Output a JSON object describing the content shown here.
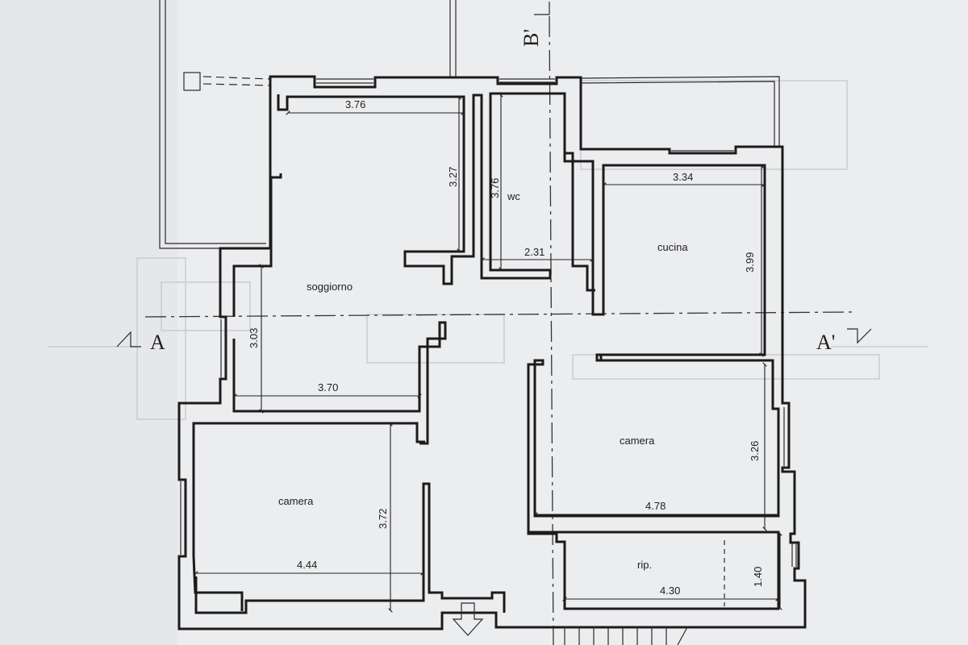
{
  "plan": {
    "section_labels": {
      "a_left": "A",
      "a_right": "A'",
      "b_top": "B'"
    },
    "rooms": {
      "soggiorno": "soggiorno",
      "wc": "wc",
      "cucina": "cucina",
      "camera_left": "camera",
      "camera_right": "camera",
      "rip": "rip."
    },
    "dimensions": {
      "soggiorno_top_width": "3.76",
      "soggiorno_top_height": "3.27",
      "soggiorno_height": "3.03",
      "soggiorno_width": "3.70",
      "wc_height": "3.76",
      "wc_width": "2.31",
      "cucina_width": "3.34",
      "cucina_height": "3.99",
      "camera_left_width": "4.44",
      "camera_left_height": "3.72",
      "camera_right_width": "4.78",
      "camera_right_height": "3.26",
      "rip_width": "4.30",
      "rip_height": "1.40"
    }
  }
}
